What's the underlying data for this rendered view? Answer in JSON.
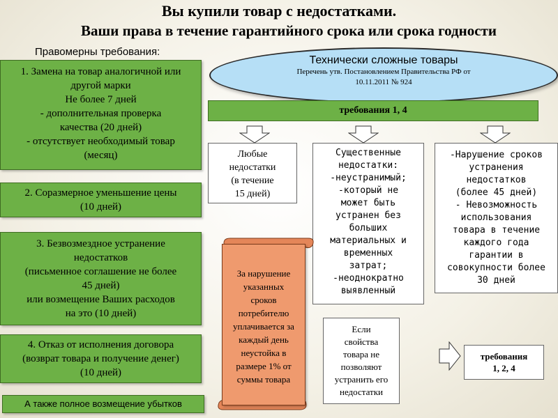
{
  "title_line1": "Вы купили товар с недостатками.",
  "title_line2": "Ваши права в течение гарантийного срока или срока годности",
  "requirements_label": "Правомерны требования:",
  "left_boxes": {
    "box1": [
      "1. Замена на товар аналогичной или",
      "другой марки",
      "Не более 7 дней",
      "- дополнительная проверка",
      "качества (20 дней)",
      "- отсутствует необходимый товар",
      "(месяц)"
    ],
    "box2": [
      "2. Соразмерное уменьшение цены",
      "(10 дней)"
    ],
    "box3": [
      "3. Безвозмездное устранение",
      "недостатков",
      "(письменное соглашение не более",
      "45 дней)",
      "или возмещение Ваших расходов",
      "на это (10 дней)"
    ],
    "box4": [
      "4. Отказ от исполнения договора",
      "(возврат товара и получение денег)",
      "(10 дней)"
    ],
    "box5": "А также полное возмещение убытков"
  },
  "ellipse": {
    "title": "Технически сложные товары",
    "subtitle_line1": "Перечень утв. Постановлением Правительства РФ от",
    "subtitle_line2": "10.11.2011 № 924"
  },
  "requirements_bar": "требования 1, 4",
  "columns": {
    "col1": [
      "Любые",
      "недостатки",
      "(в течение",
      "15 дней)"
    ],
    "col2": [
      "Существенные",
      "недостатки:",
      "-неустранимый;",
      "-который не",
      "может быть",
      "устранен без",
      "больших",
      "материальных и",
      "временных",
      "затрат;",
      "-неоднократно",
      "выявленный"
    ],
    "col3": [
      "-Нарушение сроков",
      "устранения",
      "недостатков",
      "(более 45 дней)",
      "- Невозможность",
      "использования",
      "товара в течение",
      "каждого года",
      "гарантии в",
      "совокупности более",
      "30 дней"
    ]
  },
  "scroll_text": [
    "За нарушение",
    "указанных",
    "сроков",
    "потребителю",
    "уплачивается за",
    "каждый день",
    "неустойка в",
    "размере 1% от",
    "суммы товара"
  ],
  "if_box": [
    "Если",
    "свойства",
    "товара не",
    "позволяют",
    "устранить его",
    "недостатки"
  ],
  "requirements_2": [
    "требования",
    "1, 2, 4"
  ],
  "colors": {
    "green": "#6db146",
    "ellipse_blue": "#b6dff6",
    "scroll_orange": "#ef9a6e",
    "background": "#f7f4ea"
  }
}
